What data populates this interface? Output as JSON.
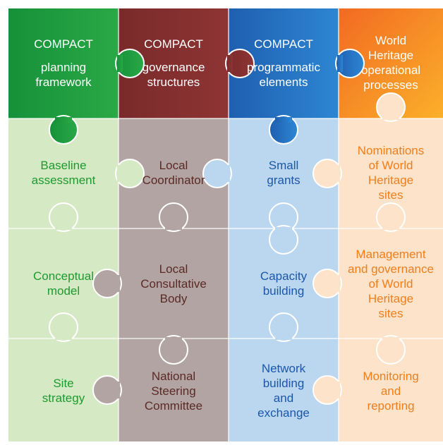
{
  "headers": [
    {
      "title": "COMPACT",
      "subtitle": "planning\nframework"
    },
    {
      "title": "COMPACT",
      "subtitle": "governance\nstructures"
    },
    {
      "title": "COMPACT",
      "subtitle": "programmatic\nelements"
    },
    {
      "title": "",
      "subtitle": "World\nHeritage\noperational\nprocesses"
    }
  ],
  "rows": [
    [
      "Baseline\nassessment",
      "Local\nCoordinator",
      "Small\ngrants",
      "Nominations\nof World\nHeritage\nsites"
    ],
    [
      "Conceptual\nmodel",
      "Local\nConsultative\nBody",
      "Capacity\nbuilding",
      "Management\nand governance\nof World\nHeritage\nsites"
    ],
    [
      "Site\nstrategy",
      "National\nSteering\nCommittee",
      "Network\nbuilding\nand\nexchange",
      "Monitoring\nand\nreporting"
    ]
  ],
  "colors": {
    "header_fills": [
      "#16913a",
      "#7a2a2a",
      "#1f5fb0",
      "#f26a22"
    ],
    "header_fills_light": [
      "#2aa845",
      "#8e3434",
      "#2d86d2",
      "#fbb02a"
    ],
    "body_fills": [
      "#d6e9c5",
      "#b2a4a3",
      "#bbd7f0",
      "#fde3c9"
    ],
    "text_colors": [
      "#1e9a2e",
      "#5a2a26",
      "#1a57a8",
      "#f07e1c"
    ],
    "outline": "#ffffff"
  }
}
